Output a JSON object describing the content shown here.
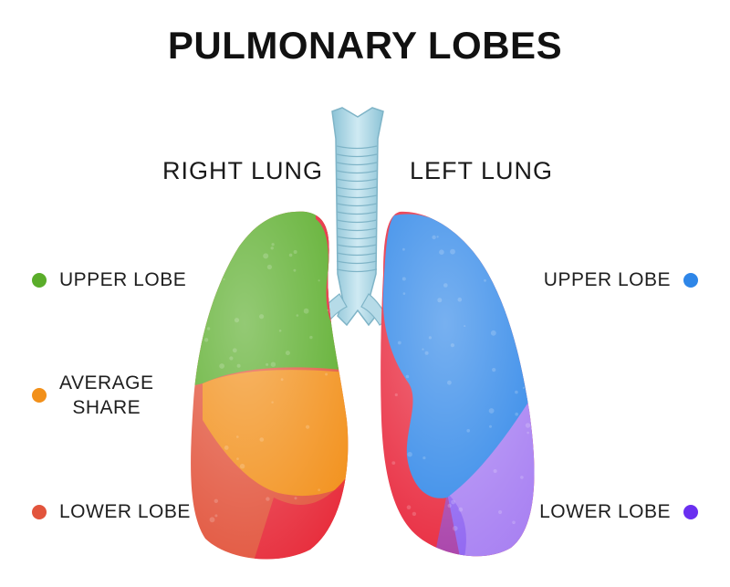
{
  "title": "PULMONARY LOBES",
  "right_lung_label": "RIGHT LUNG",
  "left_lung_label": "LEFT LUNG",
  "legend_right": [
    {
      "label": "UPPER LOBE",
      "color": "#5aad2a"
    },
    {
      "label_line1": "AVERAGE",
      "label_line2": "SHARE",
      "color": "#f2901a"
    },
    {
      "label": "LOWER LOBE",
      "color": "#e2543c"
    }
  ],
  "legend_left": [
    {
      "label": "UPPER LOBE",
      "color": "#2e86e8"
    },
    {
      "label": "LOWER LOBE",
      "color": "#6a2ff0"
    }
  ],
  "colors": {
    "right_upper": "#5aad2a",
    "right_middle": "#f2901a",
    "right_lower": "#e2543c",
    "left_upper": "#2e86e8",
    "left_lower": "#a77ff2",
    "medial": "#e8253a",
    "trachea": "#a9d6e6"
  }
}
